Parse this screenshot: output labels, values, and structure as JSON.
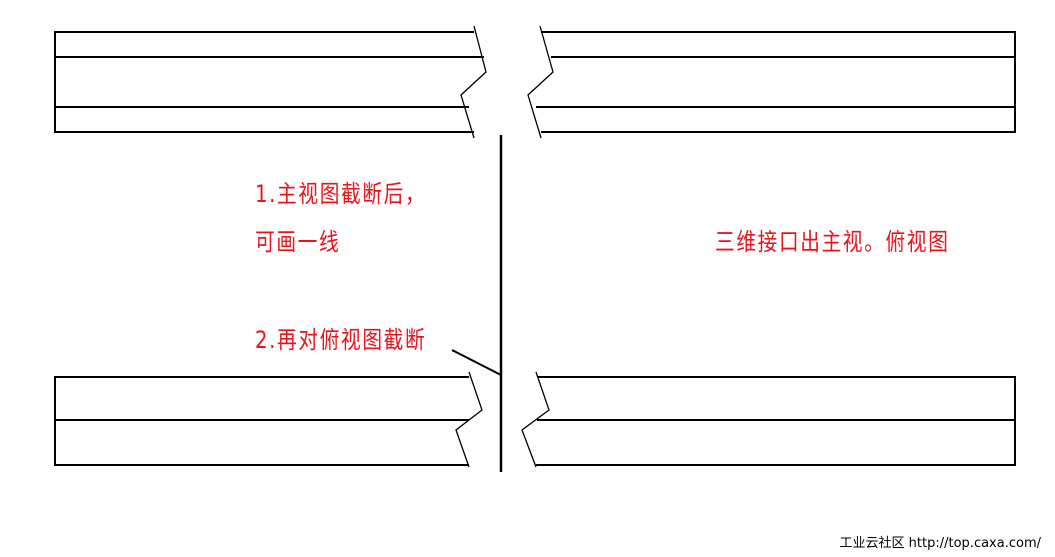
{
  "annotations": {
    "note1_line1": "1.主视图截断后，",
    "note1_line2": "可画一线",
    "note2": "2.再对俯视图截断",
    "note3": "三维接口出主视。俯视图"
  },
  "watermark": "工业云社区 http://top.caxa.com/",
  "colors": {
    "annotation": "#e8141c",
    "lines": "#000000"
  }
}
